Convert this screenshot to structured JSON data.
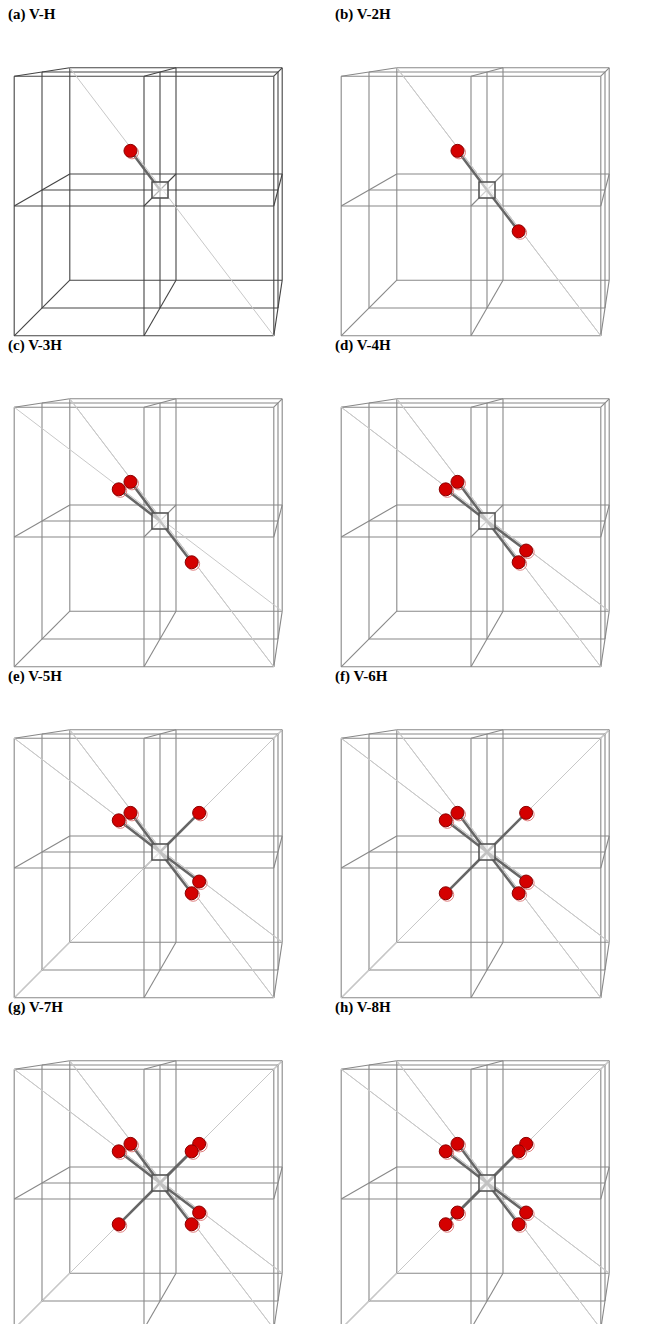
{
  "diagram": {
    "labels": [
      "(a) V-H",
      "(b) V-2H",
      "(c) V-3H",
      "(d) V-4H",
      "(e) V-5H",
      "(f) V-6H",
      "(g) V-7H",
      "(h) V-8H"
    ]
  }
}
